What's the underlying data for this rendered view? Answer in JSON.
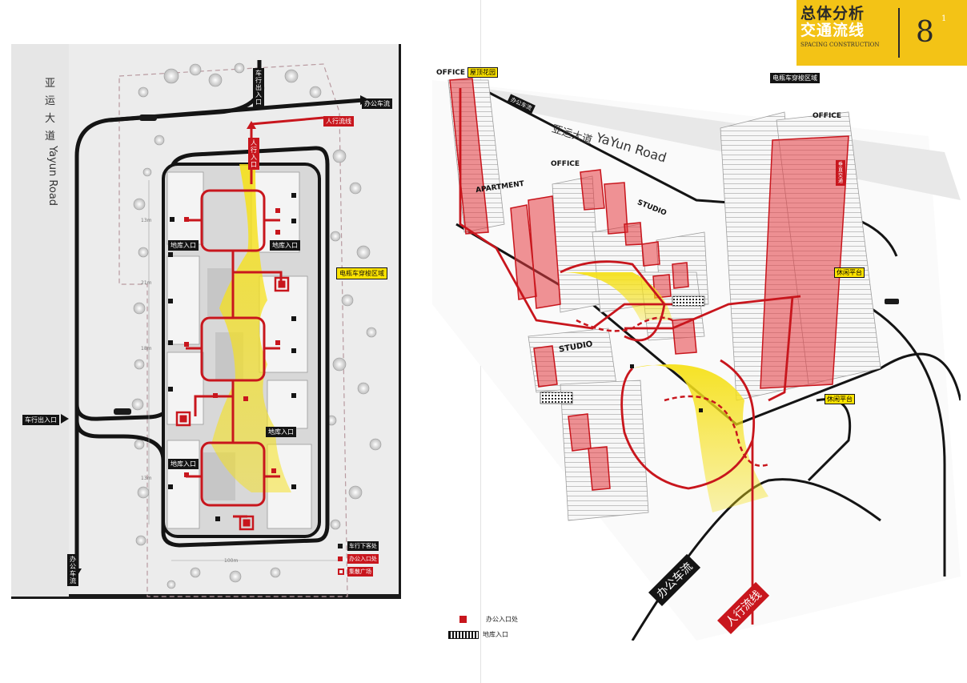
{
  "header": {
    "title_line1": "总体分析",
    "title_line2": "交通流线",
    "subtitle": "SPACING CONSTRUCTION",
    "page_number": "8",
    "page_sup": "1"
  },
  "plan": {
    "road_vertical_cn": "亚运大道",
    "road_vertical_en": "Yayun Road",
    "labels": {
      "office_flow_top": "办公车流",
      "pedestrian_flow": "人行流线",
      "vehicle_in_out_top": "车行出入口",
      "pedestrian_entry": "人行入口",
      "garage_entry_1": "地库入口",
      "garage_entry_2": "地库入口",
      "garage_entry_3": "地库入口",
      "garage_entry_4": "地库入口",
      "ebike_area": "电瓶车穿梭区域",
      "vehicle_in_out_left": "车行出入口",
      "office_flow_bottom": "办公车流",
      "dim_left_1": "13m",
      "dim_left_2": "21m",
      "dim_left_3": "18m",
      "dim_left_4": "13m",
      "dim_bottom": "100m"
    },
    "legend": [
      {
        "label": "车行下客处",
        "color": "#1a1a1a"
      },
      {
        "label": "办公入口处",
        "color": "#c8161d"
      },
      {
        "label": "集散广场",
        "color": "#c8161d"
      }
    ]
  },
  "axo": {
    "labels": {
      "office_left": "OFFICE",
      "roof_garden": "屋顶花园",
      "office_flow": "办公车流",
      "road_cn": "亚运大道",
      "road_en": "YaYun Road",
      "ebike_area": "电瓶车穿梭区域",
      "office_mid": "OFFICE",
      "apartment": "APARTMENT",
      "studio_top": "STUDIO",
      "office_right": "OFFICE",
      "studio_bottom": "STUDIO",
      "leisure_1": "休闲平台",
      "leisure_2": "休闲平台",
      "office_flow_big": "办公车流",
      "pedestrian_big": "人行流线",
      "vertical_traffic": "垂直交通"
    },
    "legend": [
      {
        "label": "办公入口处"
      },
      {
        "label": "地库入口"
      }
    ]
  },
  "colors": {
    "accent_red": "#c8161d",
    "flow_yellow": "#f6e11a",
    "road_black": "#141414",
    "badge_yellow": "#f3c316",
    "label_yellow": "#ffe400"
  }
}
